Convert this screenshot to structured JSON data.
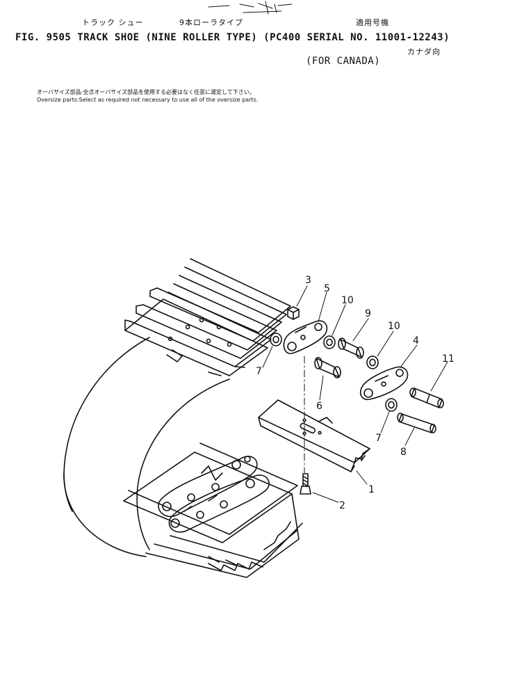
{
  "header": {
    "jp_track_shoe": "トラック シュー",
    "jp_nine_roller": "9本ローラタイプ",
    "jp_applicable": "適用号機",
    "title": "FIG. 9505  TRACK SHOE (NINE ROLLER TYPE) (PC400  SERIAL  NO. 11001-12243)",
    "jp_for_canada": "カナダ向",
    "for_canada": "(FOR CANADA)"
  },
  "notes": {
    "jp_oversize": "オーバサイズ部品:全点オーバサイズ部品を使用する必要はなく任意に選定して下さい。",
    "oversize": "Oversize parts:Select as required not necessary to use all of the oversize parts."
  },
  "callouts": [
    "1",
    "2",
    "3",
    "4",
    "5",
    "6",
    "7",
    "7",
    "8",
    "9",
    "10",
    "10",
    "11"
  ]
}
